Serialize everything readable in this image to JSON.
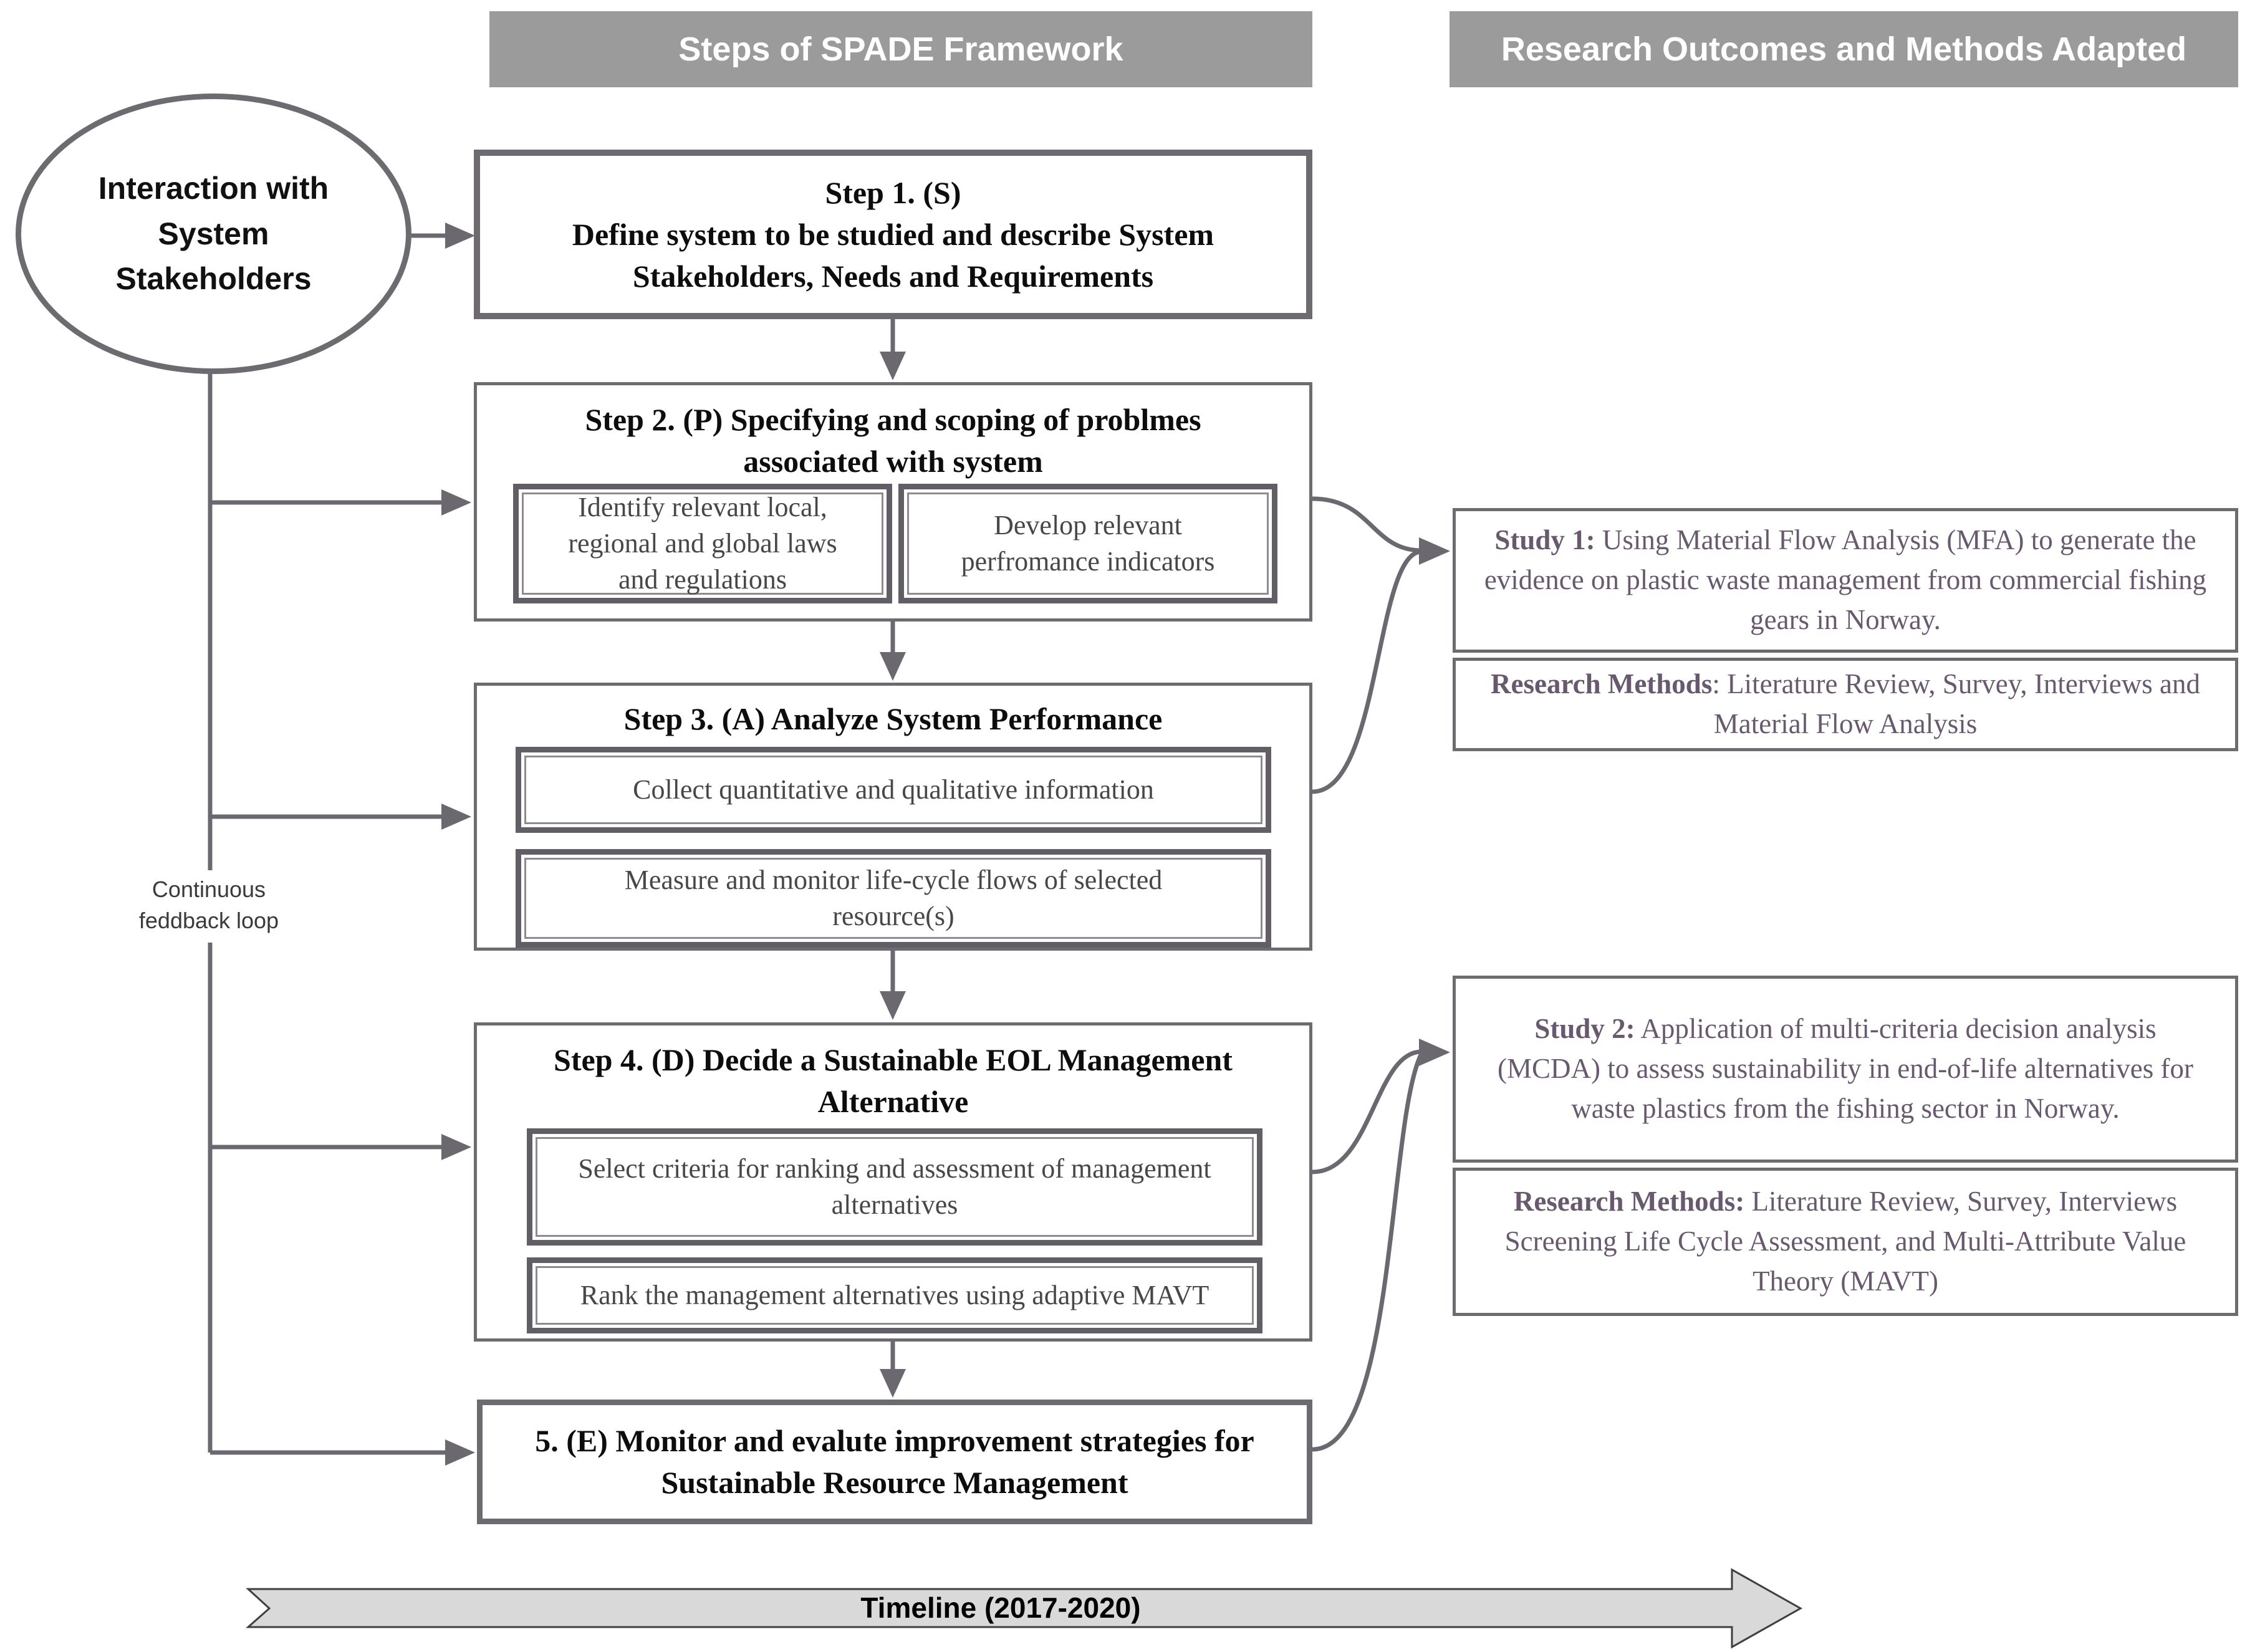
{
  "headers": {
    "left": "Steps of SPADE Framework",
    "right": "Research Outcomes and Methods Adapted"
  },
  "ellipse": {
    "label": "Interaction with\nSystem\nStakeholders"
  },
  "feedback": {
    "label": "Continuous\nfeddback loop"
  },
  "steps": {
    "step1": {
      "line1": "Step 1. (S)",
      "line2": "Define system to be studied and describe System\nStakeholders, Needs and Requirements"
    },
    "step2": {
      "title": "Step 2. (P) Specifying and scoping of problmes\nassociated with system",
      "sub1": "Identify relevant local,\nregional and global laws\nand regulations",
      "sub2": "Develop relevant\nperfromance indicators"
    },
    "step3": {
      "title": "Step 3. (A) Analyze System Performance",
      "sub1": "Collect quantitative and qualitative information",
      "sub2": "Measure and monitor life-cycle flows of selected\nresource(s)"
    },
    "step4": {
      "title": "Step 4. (D) Decide a Sustainable EOL Management\nAlternative",
      "sub1": "Select criteria for ranking and assessment of management\nalternatives",
      "sub2": "Rank the management alternatives using adaptive MAVT"
    },
    "step5": {
      "title": "5. (E) Monitor and evalute improvement strategies for\nSustainable Resource Management"
    }
  },
  "studies": {
    "study1": {
      "title_bold": "Study 1:",
      "title_rest": " Using Material Flow Analysis (MFA) to generate the evidence on plastic waste management from commercial fishing gears in Norway.",
      "methods_bold": "Research Methods",
      "methods_rest": ": Literature Review, Survey, Interviews and Material Flow Analysis"
    },
    "study2": {
      "title_bold": "Study 2:",
      "title_rest": " Application of multi-criteria decision analysis (MCDA) to assess sustainability in end-of-life alternatives for waste plastics from the fishing sector in Norway.",
      "methods_bold": "Research Methods:",
      "methods_rest": " Literature Review, Survey, Interviews Screening Life Cycle Assessment, and Multi-Attribute Value Theory (MAVT)"
    }
  },
  "timeline": {
    "label": "Timeline (2017-2020)"
  },
  "colors": {
    "header_bg": "#9b9b9b",
    "header_text": "#ffffff",
    "box_border": "#6d6a70",
    "subbox_border": "#615e66",
    "step_title_text": "#0d0d0d",
    "subbox_text": "#474747",
    "study_text": "#68596e",
    "connector": "#6b6870",
    "timeline_fill": "#d9d9d9",
    "timeline_outline": "#3f3f3f"
  }
}
